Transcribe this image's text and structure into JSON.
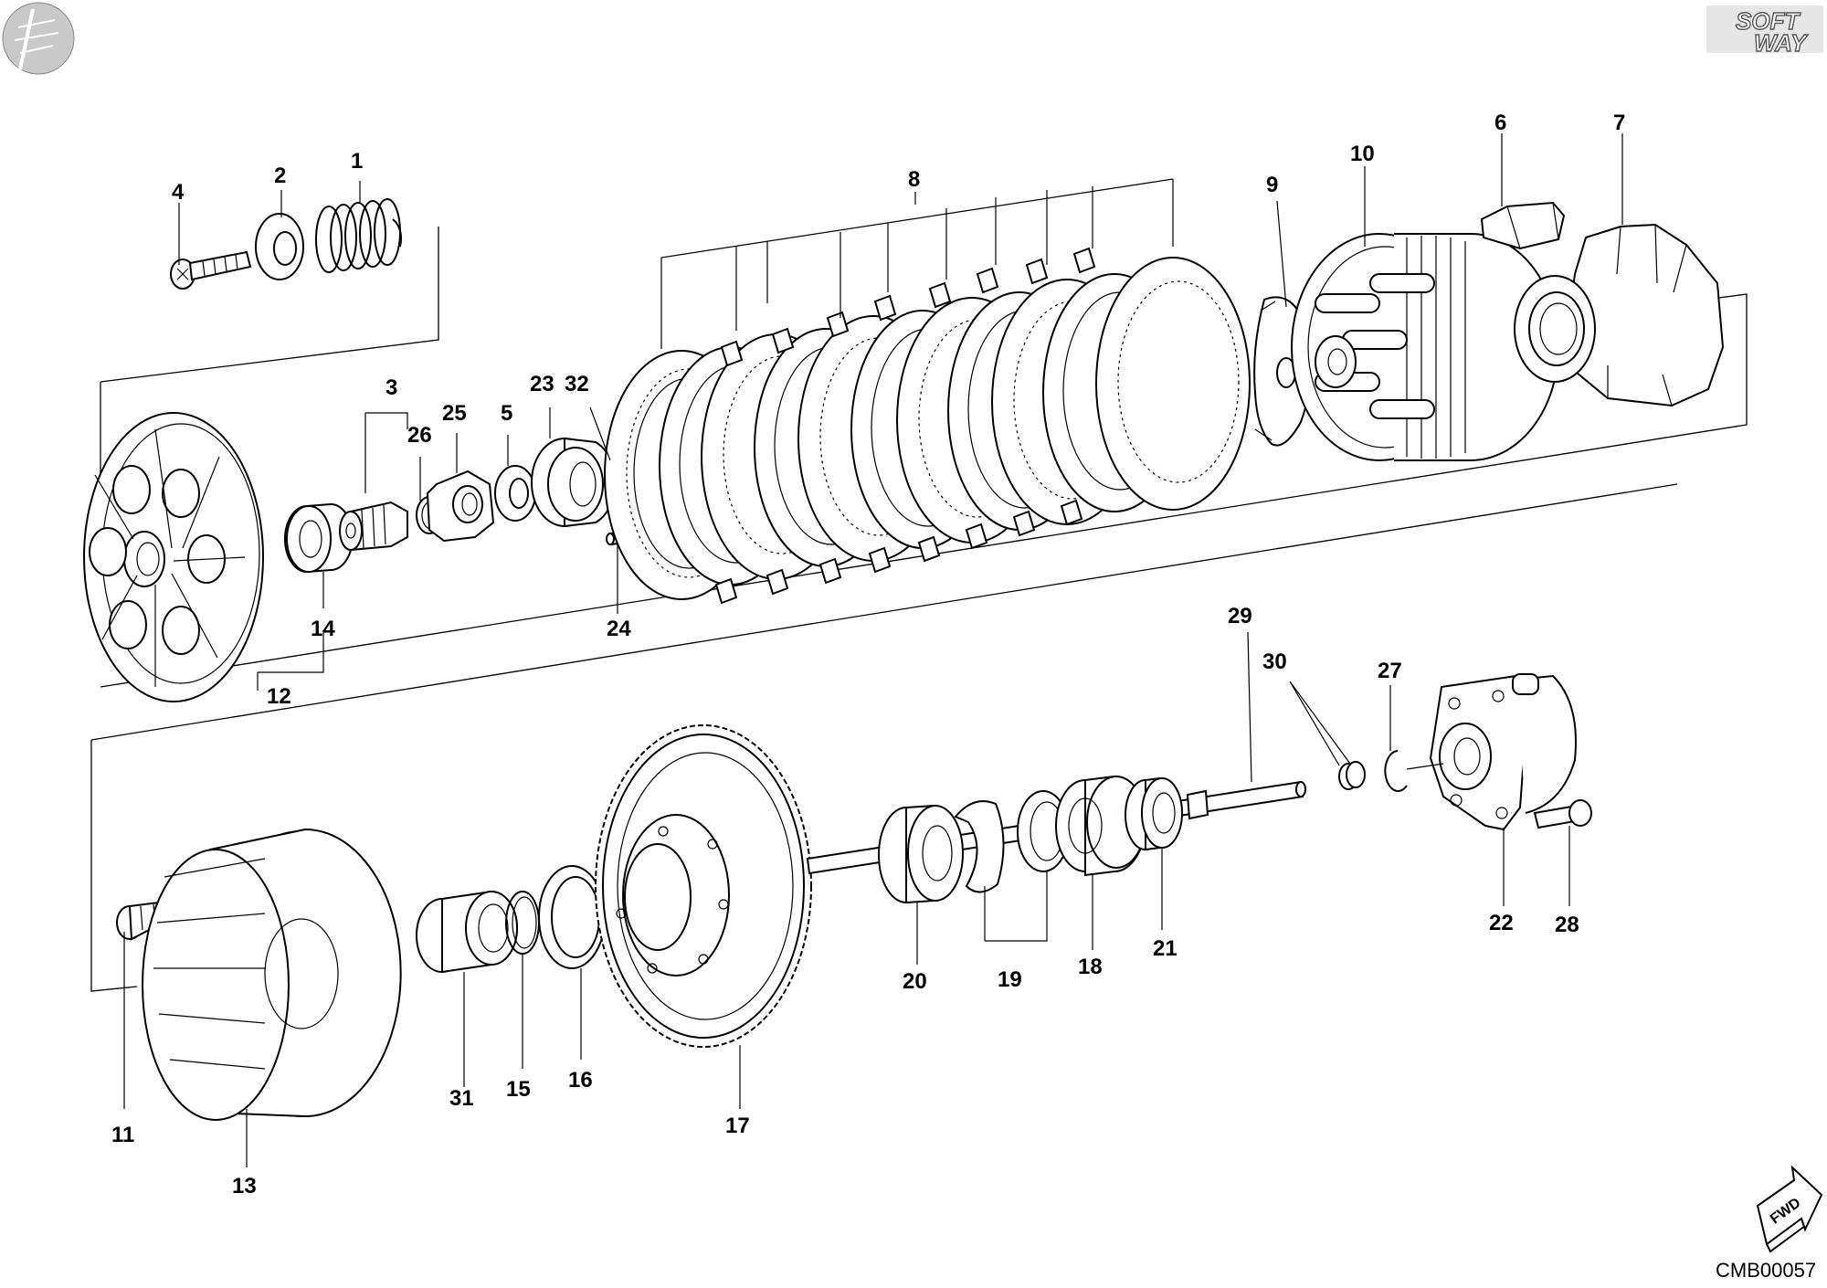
{
  "diagram": {
    "brand_logo": {
      "line1": "SOFT",
      "line2": "WAY"
    },
    "drawing_code": "CMB00057",
    "forward_label": "FWD",
    "callouts": [
      "1",
      "2",
      "3",
      "4",
      "5",
      "6",
      "7",
      "8",
      "9",
      "10",
      "11",
      "12",
      "13",
      "14",
      "15",
      "16",
      "17",
      "18",
      "19",
      "20",
      "21",
      "22",
      "23",
      "24",
      "25",
      "26",
      "27",
      "28",
      "29",
      "30",
      "31",
      "32"
    ],
    "accent_color": "#000000"
  }
}
